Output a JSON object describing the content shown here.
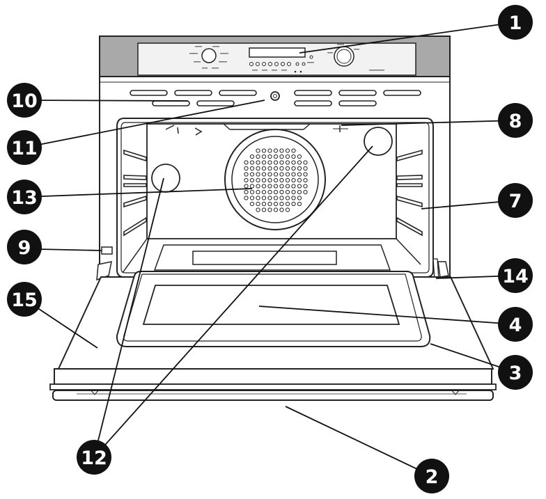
{
  "callouts": [
    {
      "id": "1",
      "label": "1"
    },
    {
      "id": "2",
      "label": "2"
    },
    {
      "id": "3",
      "label": "3"
    },
    {
      "id": "4",
      "label": "4"
    },
    {
      "id": "7",
      "label": "7"
    },
    {
      "id": "8",
      "label": "8"
    },
    {
      "id": "9",
      "label": "9"
    },
    {
      "id": "10",
      "label": "10"
    },
    {
      "id": "11",
      "label": "11"
    },
    {
      "id": "12",
      "label": "12"
    },
    {
      "id": "13",
      "label": "13"
    },
    {
      "id": "14",
      "label": "14"
    },
    {
      "id": "15",
      "label": "15"
    }
  ],
  "colors": {
    "outline": "#222222",
    "callout_fill": "#111111",
    "callout_text": "#ffffff",
    "panel_band": "#a9a9a9",
    "panel": "#f2f2f2"
  }
}
